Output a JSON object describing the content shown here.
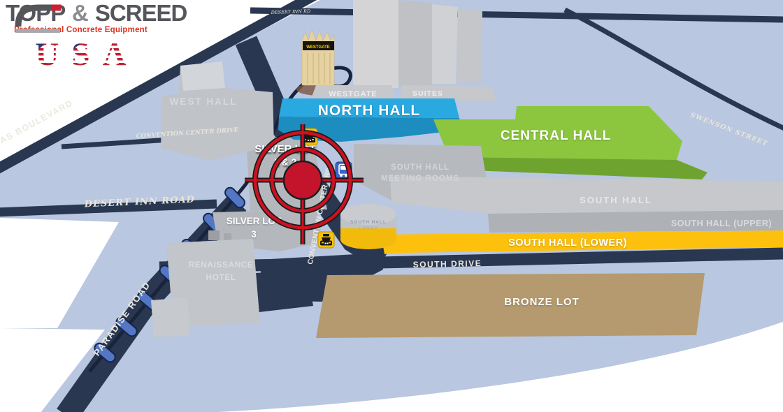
{
  "logo": {
    "title_part1": "TOPP",
    "title_amp": "&",
    "title_part2": "SCREED",
    "tagline": "Professional Concrete Equipment",
    "usa_letters": [
      "U",
      "S",
      "A"
    ]
  },
  "roads": {
    "las_vegas_boulevard": "LAS VEGAS BOULEVARD",
    "convention_center_drive": "CONVENTION CENTER DRIVE",
    "convention_center_drive_vertical": "CONVENTION CENTER DRIVE",
    "desert_inn_road": "DESERT INN ROAD",
    "desert_inn_rd_short": "DESERT INN RD",
    "paradise_road": "PARADISE ROAD",
    "south_drive": "SOUTH DRIVE",
    "swenson_street": "SWENSON STREET"
  },
  "buildings": {
    "west_hall": "WEST HALL",
    "westgate_sign": "WESTGATE",
    "westgate_podium": "WESTGATE",
    "suites_podium": "SUITES",
    "north_hall": "NORTH HALL",
    "central_hall": "CENTRAL HALL",
    "south_hall_meeting_rooms": [
      "SOUTH HALL",
      "MEETING ROOMS"
    ],
    "south_hall": "SOUTH HALL",
    "south_hall_upper": "SOUTH HALL (UPPER)",
    "south_hall_lower": "SOUTH HALL (LOWER)",
    "south_hall_lobby": [
      "SOUTH HALL",
      "LOBBY"
    ],
    "renaissance_hotel": [
      "RENAISSANCE",
      "HOTEL"
    ]
  },
  "parking_lots": {
    "silver_lot_1_2": [
      "SILVER LOT",
      "1 & 2"
    ],
    "silver_lot_3": [
      "SILVER LOT",
      "3"
    ],
    "bronze_lot": "BRONZE LOT"
  },
  "icons": {
    "taxi_north": "taxi-icon",
    "bus": "bus-icon",
    "taxi_south": "taxi-icon"
  },
  "colors": {
    "map_background": "#b9c7e0",
    "road": "#2a3750",
    "north_hall": "#29a9e0",
    "central_hall": "#8cc63e",
    "south_hall_lower": "#fdc10d",
    "bronze_lot": "#b49a6e",
    "marker": "#c3142c",
    "monorail": "#5377c4",
    "logo_text": "#54565b",
    "logo_accent": "#e0301e"
  }
}
